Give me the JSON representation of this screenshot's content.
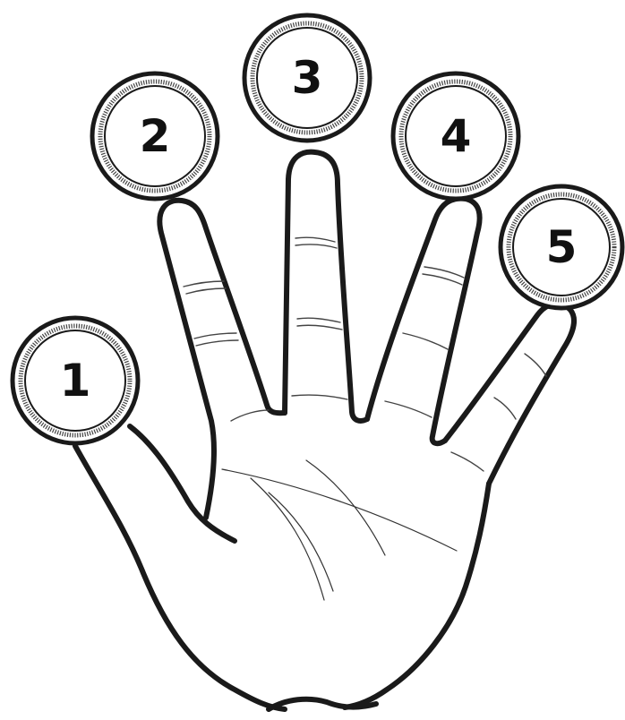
{
  "colors": {
    "ink": "#1a1a1a",
    "background": "#ffffff"
  },
  "fingers": [
    {
      "label": "1"
    },
    {
      "label": "2"
    },
    {
      "label": "3"
    },
    {
      "label": "4"
    },
    {
      "label": "5"
    }
  ]
}
